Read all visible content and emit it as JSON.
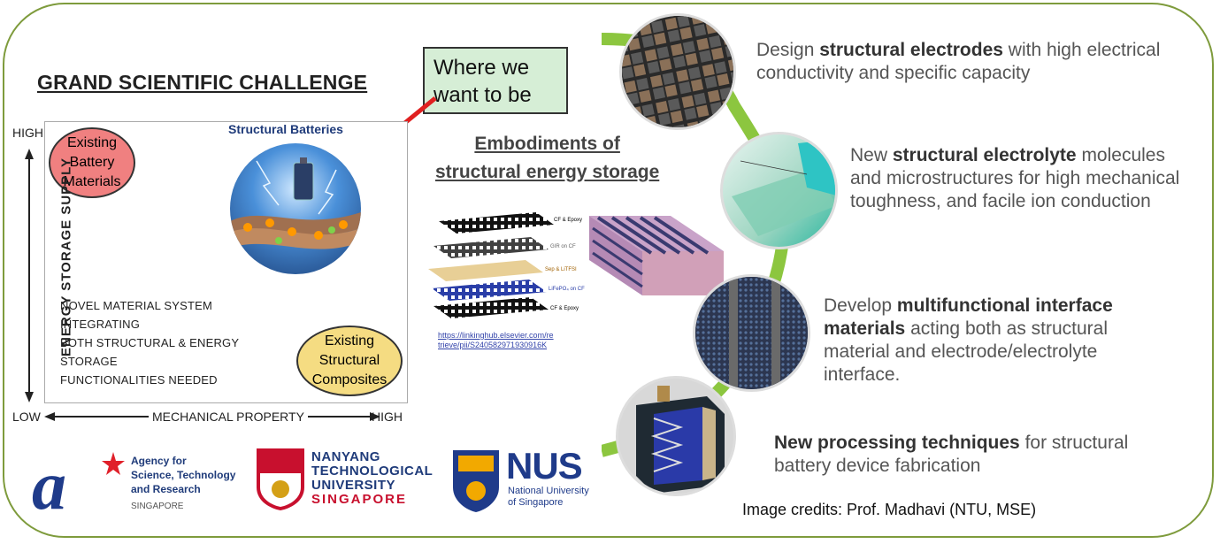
{
  "title": "GRAND SCIENTIFIC CHALLENGE",
  "callout": {
    "line1": "Where we",
    "line2": "want to be"
  },
  "plot": {
    "y_axis_label": "ENERGY STORAGE SUPPLY",
    "x_axis_label": "MECHANICAL PROPERTY",
    "y_high": "HIGH",
    "x_low": "LOW",
    "x_high": "HIGH",
    "structural_batteries": "Structural Batteries",
    "existing_battery": [
      "Existing",
      "Battery",
      "Materials"
    ],
    "existing_structural": [
      "Existing",
      "Structural",
      "Composites"
    ],
    "novel_text": [
      "NOVEL MATERIAL SYSTEM INTEGRATING",
      "BOTH STRUCTURAL & ENERGY STORAGE",
      "FUNCTIONALITIES NEEDED"
    ]
  },
  "embodiments": {
    "line1": "Embodiments of",
    "line2": "structural energy storage"
  },
  "layers": [
    "CF & Epoxy",
    "GIR on CF",
    "Sep & LiTFSI",
    "LiFePO₄ on CF",
    "CF & Epoxy"
  ],
  "link": {
    "line1": "https://linkinghub.elsevier.com/re",
    "line2": "trieve/pii/S240582971930916K"
  },
  "items": [
    {
      "pre": "Design ",
      "bold": "structural electrodes",
      "post": " with high electrical conductivity and specific capacity"
    },
    {
      "pre": "New ",
      "bold": "structural electrolyte",
      "post": " molecules and microstructures for high mechanical toughness, and facile ion conduction"
    },
    {
      "pre": "Develop ",
      "bold": "multifunctional interface materials",
      "post": " acting both as structural material and electrode/electrolyte interface."
    },
    {
      "pre": "",
      "bold": "New processing techniques",
      "post": " for structural battery device fabrication"
    }
  ],
  "logos": {
    "astar": [
      "Agency for",
      "Science, Technology",
      "and Research",
      "SINGAPORE"
    ],
    "ntu": [
      "NANYANG",
      "TECHNOLOGICAL",
      "UNIVERSITY",
      "SINGAPORE"
    ],
    "nus": [
      "NUS",
      "National University",
      "of Singapore"
    ]
  },
  "credits": "Image credits: Prof. Madhavi (NTU, MSE)",
  "colors": {
    "frame": "#7e9b3c",
    "accent_green": "#8cc63f",
    "arrow": "#e02020",
    "battery_bubble": "#f08080",
    "structural_bubble": "#f5dc82"
  }
}
